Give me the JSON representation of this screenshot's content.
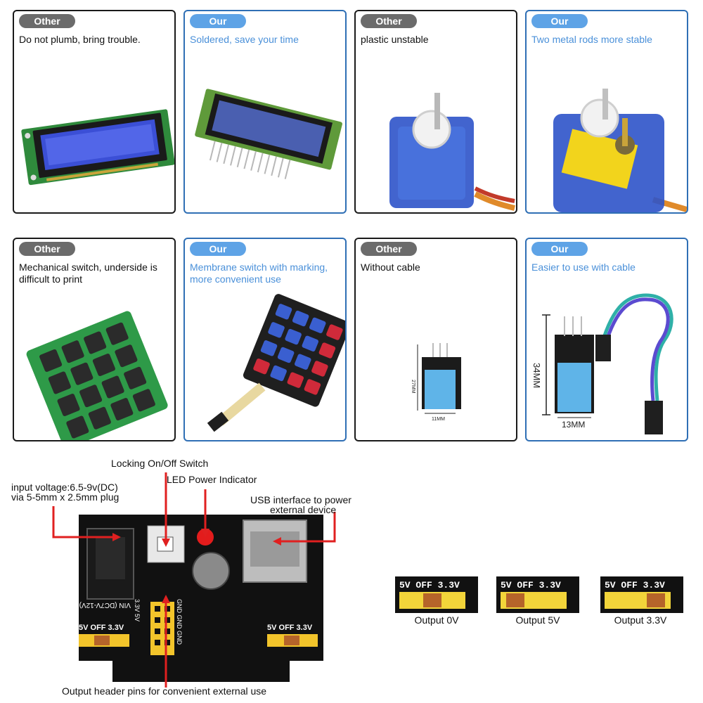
{
  "cards": [
    {
      "tag": "Other",
      "desc": "Do not plumb, bring trouble.",
      "picture": "lcd-module-icon"
    },
    {
      "tag": "Our",
      "desc": "Soldered, save your time",
      "picture": "lcd-module-soldered-icon"
    },
    {
      "tag": "Other",
      "desc": "plastic unstable",
      "picture": "servo-plastic-icon"
    },
    {
      "tag": "Our",
      "desc": "Two metal rods more stable",
      "picture": "servo-metal-icon"
    },
    {
      "tag": "Other",
      "desc": "Mechanical switch, underside is difficult to print",
      "picture": "mechanical-keypad-icon"
    },
    {
      "tag": "Our",
      "desc": "Membrane switch with marking, more convenient use",
      "picture": "membrane-keypad-icon"
    },
    {
      "tag": "Other",
      "desc": "Without cable",
      "picture": "dht11-sensor-icon",
      "dim_h": "27MM",
      "dim_w": "11MM"
    },
    {
      "tag": "Our",
      "desc": "Easier to use with cable",
      "picture": "dht11-sensor-cable-icon",
      "dim_h": "34MM",
      "dim_w": "13MM"
    }
  ],
  "power_module": {
    "annotations": {
      "switch": "Locking On/Off Switch",
      "led": "LED Power Indicator",
      "input_line1": "input voltage:6.5-9v(DC)",
      "input_line2": "via 5-5mm x 2.5mm plug",
      "usb_line1": "USB interface to power",
      "usb_line2": "external device",
      "header": "Output header pins for convenient external use"
    },
    "board_labels": {
      "vin": "VIN (DC7V-12V)",
      "jumper_left": "5V OFF 3.3V",
      "jumper_right": "5V OFF 3.3V",
      "gnd": "GND GND GND",
      "rail": "3.3V   5V"
    },
    "annotation_color": "#e02020"
  },
  "outputs": [
    {
      "label": "5V  OFF  3.3V",
      "caption": "Output 0V",
      "cap_position": "middle"
    },
    {
      "label": "5V  OFF  3.3V",
      "caption": "Output 5V",
      "cap_position": "left"
    },
    {
      "label": "5V  OFF  3.3V",
      "caption": "Output 3.3V",
      "cap_position": "right"
    }
  ]
}
